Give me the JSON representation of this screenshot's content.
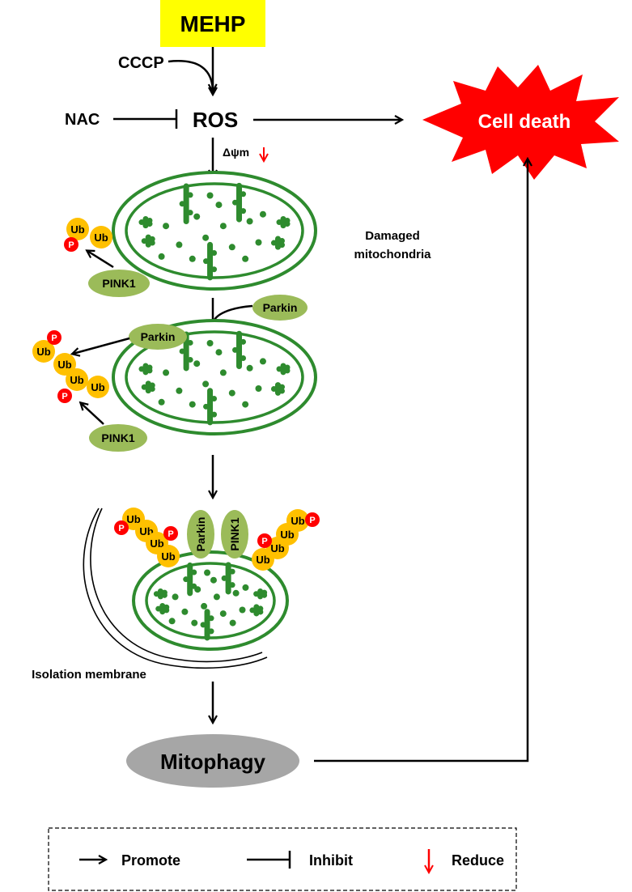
{
  "nodes": {
    "mehp": "MEHP",
    "cccp": "CCCP",
    "nac": "NAC",
    "ros": "ROS",
    "delta_psi": "Δψm",
    "reduce_arrow": "↓",
    "cell_death": "Cell death",
    "damaged_line1": "Damaged",
    "damaged_line2": "mitochondria",
    "isolation_membrane": "Isolation membrane",
    "mitophagy": "Mitophagy"
  },
  "proteins": {
    "pink1": "PINK1",
    "parkin": "Parkin",
    "ub": "Ub",
    "p": "P"
  },
  "legend": {
    "promote": "Promote",
    "inhibit": "Inhibit",
    "reduce": "Reduce"
  },
  "colors": {
    "mehp_box": "#FFFF00",
    "cell_death": "#FF0000",
    "mito_green": "#2E8B2E",
    "protein_green": "#9BBB59",
    "ub": "#FFC000",
    "phospho": "#FF0000",
    "mitophagy": "#A6A6A6"
  }
}
